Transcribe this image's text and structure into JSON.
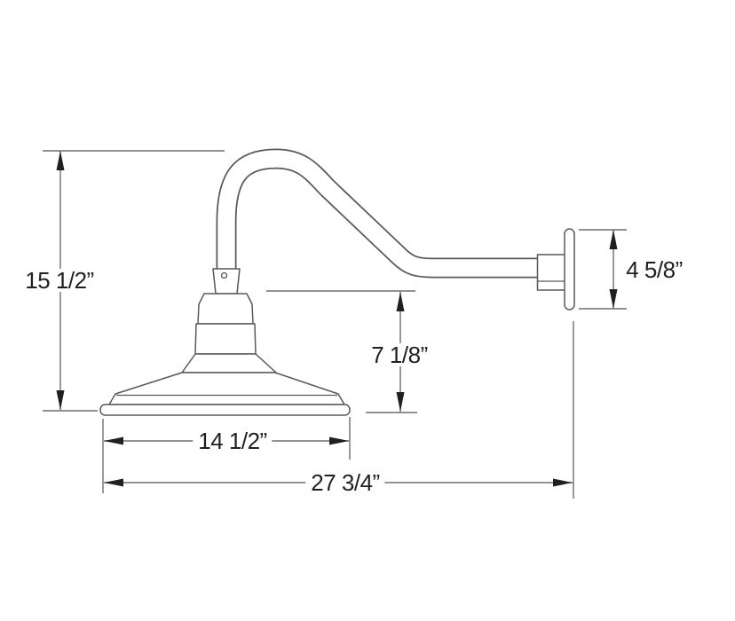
{
  "drawing": {
    "subject": "gooseneck-barn-light-dimension-drawing",
    "background": "#ffffff",
    "line_color": "#58595b",
    "dim_line_color": "#6d6e71",
    "arrow_color": "#231f20",
    "text_color": "#231f20"
  },
  "dimensions": {
    "overall_height": "15 1/2”",
    "shade_top_to_bottom": "7 1/8”",
    "backplate_height": "4 5/8”",
    "shade_diameter": "14 1/2”",
    "overall_projection": "27 3/4”"
  }
}
